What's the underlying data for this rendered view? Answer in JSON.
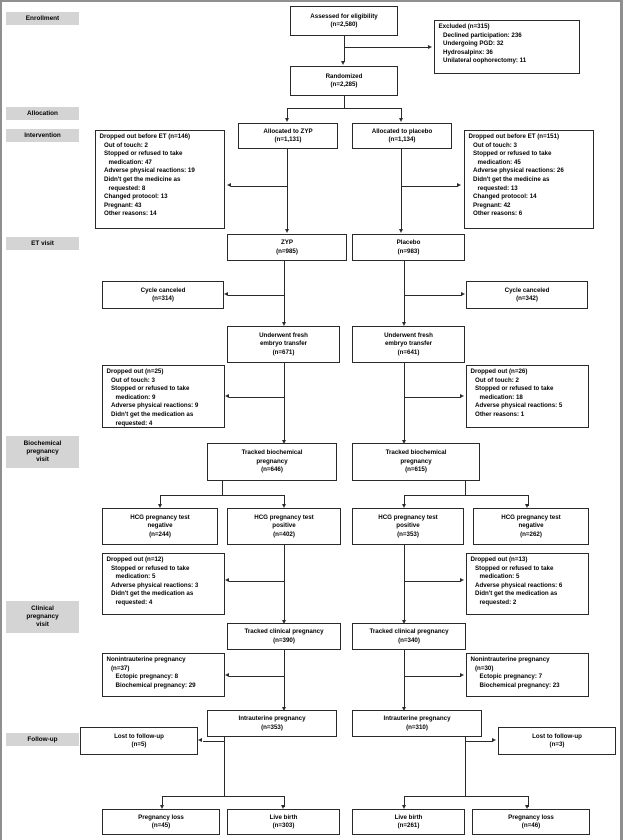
{
  "figure": {
    "type": "consort-flow-diagram",
    "title": "CONSORT participant flow diagram"
  },
  "stages": [
    {
      "name": "enrollment",
      "label": "Enrollment"
    },
    {
      "name": "allocation",
      "label": "Allocation"
    },
    {
      "name": "intervention",
      "label": "Intervention"
    },
    {
      "name": "et-visit",
      "label": "ET visit"
    },
    {
      "name": "biochemical",
      "label": "Biochemical\npregnancy\nvisit",
      "lines": [
        "Biochemical",
        "pregnancy",
        "visit"
      ]
    },
    {
      "name": "clinical",
      "label": "Clinical\npregnancy\nvisit",
      "lines": [
        "Clinical",
        "pregnancy",
        "visit"
      ]
    },
    {
      "name": "followup",
      "label": "Follow-up"
    }
  ],
  "enrollment": {
    "assessed": {
      "line1": "Assessed for eligibility",
      "line2": "(n=2,580)"
    },
    "randomized": {
      "line1": "Randomized",
      "line2": "(n=2,285)"
    },
    "excluded": {
      "header": "Excluded (n=315)",
      "items": [
        "Declined participation: 236",
        "Undergoing PGD: 32",
        "Hydrosalpinx: 36",
        "Unilateral oophorectomy: 11"
      ]
    }
  },
  "arms": {
    "zyp": {
      "allocated": {
        "line1": "Allocated to ZYP",
        "line2": "(n=1,131)"
      },
      "received": {
        "line1": "ZYP",
        "line2": "(n=985)"
      },
      "cycle_canceled": {
        "line1": "Cycle canceled",
        "line2": "(n=314)"
      },
      "fresh_transfer": {
        "line1": "Underwent fresh",
        "line2": "embryo transfer",
        "line3": "(n=671)"
      },
      "tracked_biochemical": {
        "line1": "Tracked biochemical",
        "line2": "pregnancy",
        "line3": "(n=646)"
      },
      "hcg_negative": {
        "line1": "HCG pregnancy test",
        "line2": "negative",
        "line3": "(n=244)"
      },
      "hcg_positive": {
        "line1": "HCG pregnancy test",
        "line2": "positive",
        "line3": "(n=402)"
      },
      "tracked_clinical": {
        "line1": "Tracked clinical pregnancy",
        "line2": "(n=390)"
      },
      "intrauterine": {
        "line1": "Intrauterine pregnancy",
        "line2": "(n=353)"
      },
      "lost_followup": {
        "line1": "Lost to follow-up",
        "line2": "(n=5)"
      },
      "pregnancy_loss": {
        "line1": "Pregnancy loss",
        "line2": "(n=45)"
      },
      "live_birth": {
        "line1": "Live birth",
        "line2": "(n=303)"
      },
      "dropped_before_et": {
        "header": "Dropped out before ET (n=146)",
        "items": [
          {
            "text": "Out of touch: 2"
          },
          {
            "text": "Stopped or refused to take",
            "cont": "medication: 47"
          },
          {
            "text": "Adverse physical reactions: 19"
          },
          {
            "text": "Didn't get the medicine as",
            "cont": "requested: 8"
          },
          {
            "text": "Changed protocol: 13"
          },
          {
            "text": "Pregnant: 43"
          },
          {
            "text": "Other reasons: 14"
          }
        ]
      },
      "dropped_after_et": {
        "header": "Dropped out (n=25)",
        "items": [
          {
            "text": "Out of touch: 3"
          },
          {
            "text": "Stopped or refused to take",
            "cont": "medication: 9"
          },
          {
            "text": "Adverse physical reactions: 9"
          },
          {
            "text": "Didn't get the medication as",
            "cont": "requested: 4"
          }
        ]
      },
      "dropped_biochemical": {
        "header": "Dropped out (n=12)",
        "items": [
          {
            "text": "Stopped or refused to take",
            "cont": "medication: 5"
          },
          {
            "text": "Adverse physical reactions: 3"
          },
          {
            "text": "Didn't get the medication as",
            "cont": "requested: 4"
          }
        ]
      },
      "nonintrauterine": {
        "header": "Nonintrauterine pregnancy",
        "count": "(n=37)",
        "items": [
          "Ectopic pregnancy: 8",
          "Biochemical pregnancy: 29"
        ]
      }
    },
    "placebo": {
      "allocated": {
        "line1": "Allocated to placebo",
        "line2": "(n=1,134)"
      },
      "received": {
        "line1": "Placebo",
        "line2": "(n=983)"
      },
      "cycle_canceled": {
        "line1": "Cycle canceled",
        "line2": "(n=342)"
      },
      "fresh_transfer": {
        "line1": "Underwent fresh",
        "line2": "embryo transfer",
        "line3": "(n=641)"
      },
      "tracked_biochemical": {
        "line1": "Tracked biochemical",
        "line2": "pregnancy",
        "line3": "(n=615)"
      },
      "hcg_positive": {
        "line1": "HCG pregnancy test",
        "line2": "positive",
        "line3": "(n=353)"
      },
      "hcg_negative": {
        "line1": "HCG pregnancy test",
        "line2": "negative",
        "line3": "(n=262)"
      },
      "tracked_clinical": {
        "line1": "Tracked clinical pregnancy",
        "line2": "(n=340)"
      },
      "intrauterine": {
        "line1": "Intrauterine pregnancy",
        "line2": "(n=310)"
      },
      "lost_followup": {
        "line1": "Lost to follow-up",
        "line2": "(n=3)"
      },
      "live_birth": {
        "line1": "Live birth",
        "line2": "(n=261)"
      },
      "pregnancy_loss": {
        "line1": "Pregnancy loss",
        "line2": "(n=46)"
      },
      "dropped_before_et": {
        "header": "Dropped out before ET (n=151)",
        "items": [
          {
            "text": "Out of touch: 3"
          },
          {
            "text": "Stopped or refused to take",
            "cont": "medication: 45"
          },
          {
            "text": "Adverse physical reactions: 26"
          },
          {
            "text": "Didn't get the medicine as",
            "cont": "requested: 13"
          },
          {
            "text": "Changed protocol: 14"
          },
          {
            "text": "Pregnant: 42"
          },
          {
            "text": "Other reasons: 6"
          }
        ]
      },
      "dropped_after_et": {
        "header": "Dropped out (n=26)",
        "items": [
          {
            "text": "Out of touch: 2"
          },
          {
            "text": "Stopped or refused to take",
            "cont": "medication: 18"
          },
          {
            "text": "Adverse physical reactions: 5"
          },
          {
            "text": "Other reasons: 1"
          }
        ]
      },
      "dropped_biochemical": {
        "header": "Dropped out (n=13)",
        "items": [
          {
            "text": "Stopped or refused to take",
            "cont": "medication: 5"
          },
          {
            "text": "Adverse physical reactions: 6"
          },
          {
            "text": "Didn't get the medication as",
            "cont": "requested: 2"
          }
        ]
      },
      "nonintrauterine": {
        "header": "Nonintrauterine pregnancy",
        "count": "(n=30)",
        "items": [
          "Ectopic pregnancy: 7",
          "Biochemical pregnancy: 23"
        ]
      }
    }
  },
  "colors": {
    "stage_tab_bg": "#d4d4d4",
    "box_border": "#2a2a2a",
    "line": "#2a2a2a",
    "page_bg": "#ffffff"
  }
}
